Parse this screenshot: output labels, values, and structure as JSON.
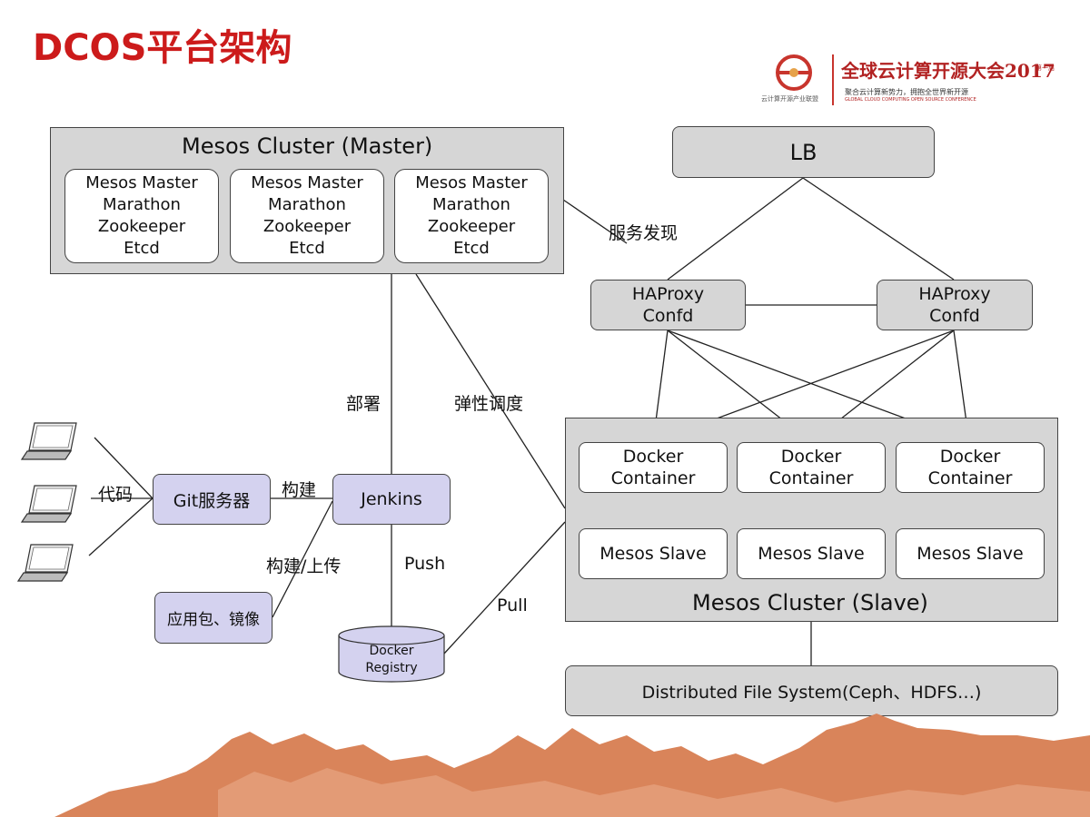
{
  "title": "DCOS平台架构",
  "logo": {
    "org_caption": "云计算开源产业联盟",
    "brand_text": "全球云计算开源大会2017",
    "tagline": "聚合云计算新势力，拥抱全世界新开源",
    "tagline_en": "GLOBAL CLOUD COMPUTING OPEN SOURCE CONFERENCE",
    "badge": "第一届"
  },
  "master_cluster": {
    "title": "Mesos Cluster (Master)",
    "nodes": [
      {
        "lines": [
          "Mesos Master",
          "Marathon",
          "Zookeeper",
          "Etcd"
        ]
      },
      {
        "lines": [
          "Mesos Master",
          "Marathon",
          "Zookeeper",
          "Etcd"
        ]
      },
      {
        "lines": [
          "Mesos Master",
          "Marathon",
          "Zookeeper",
          "Etcd"
        ]
      }
    ]
  },
  "lb": "LB",
  "haproxy": [
    {
      "line1": "HAProxy",
      "line2": "Confd"
    },
    {
      "line1": "HAProxy",
      "line2": "Confd"
    }
  ],
  "slave_cluster": {
    "title": "Mesos Cluster (Slave)",
    "containers": [
      {
        "line1": "Docker",
        "line2": "Container"
      },
      {
        "line1": "Docker",
        "line2": "Container"
      },
      {
        "line1": "Docker",
        "line2": "Container"
      }
    ],
    "slaves": [
      "Mesos Slave",
      "Mesos Slave",
      "Mesos Slave"
    ]
  },
  "dfs": "Distributed File System(Ceph、HDFS…)",
  "git_server": "Git服务器",
  "jenkins": "Jenkins",
  "artifact": "应用包、镜像",
  "registry": {
    "line1": "Docker",
    "line2": "Registry"
  },
  "labels": {
    "service_discovery": "服务发现",
    "deploy": "部署",
    "elastic": "弹性调度",
    "code": "代码",
    "build": "构建",
    "build_upload": "构建/上传",
    "push": "Push",
    "pull": "Pull"
  },
  "colors": {
    "title_red": "#cc1b1b",
    "box_gray": "#d6d6d6",
    "box_lavender": "#d4d2ef",
    "mountain": "#d9845a"
  }
}
